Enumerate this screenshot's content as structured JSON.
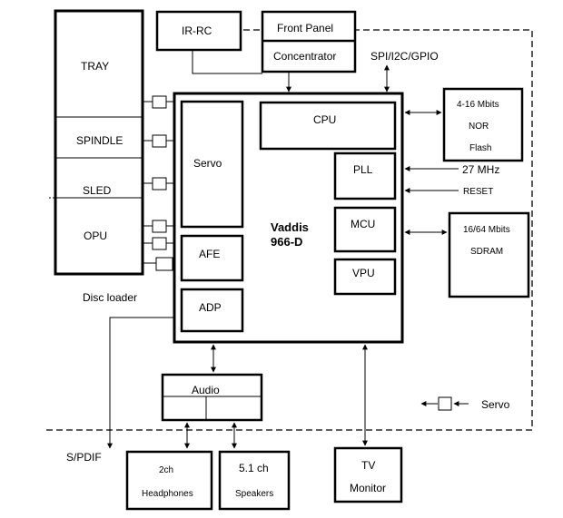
{
  "blocks": {
    "ir_rc": "IR-RC",
    "front_panel": "Front Panel",
    "concentrator": "Concentrator",
    "spi": "SPI/I2C/GPIO",
    "tray": "TRAY",
    "spindle": "SPINDLE",
    "sled": "SLED",
    "opu": "OPU",
    "disc_loader": "Disc loader",
    "cpu": "CPU",
    "servo_inner": "Servo",
    "pll": "PLL",
    "mcu": "MCU",
    "vpu": "VPU",
    "afe": "AFE",
    "adp": "ADP",
    "chip_name_1": "Vaddis",
    "chip_name_2": "966-D",
    "nor_1": "4-16 Mbits",
    "nor_2": "NOR",
    "nor_3": "Flash",
    "mhz": "27 MHz",
    "reset": "RESET",
    "sdram_1": "16/64 Mbits",
    "sdram_2": "SDRAM",
    "audio": "Audio",
    "servo_legend": "Servo",
    "spdif": "S/PDIF",
    "hp_1": "2ch",
    "hp_2": "Headphones",
    "sp_1": "5.1 ch",
    "sp_2": "Speakers",
    "tv_1": "TV",
    "tv_2": "Monitor"
  }
}
